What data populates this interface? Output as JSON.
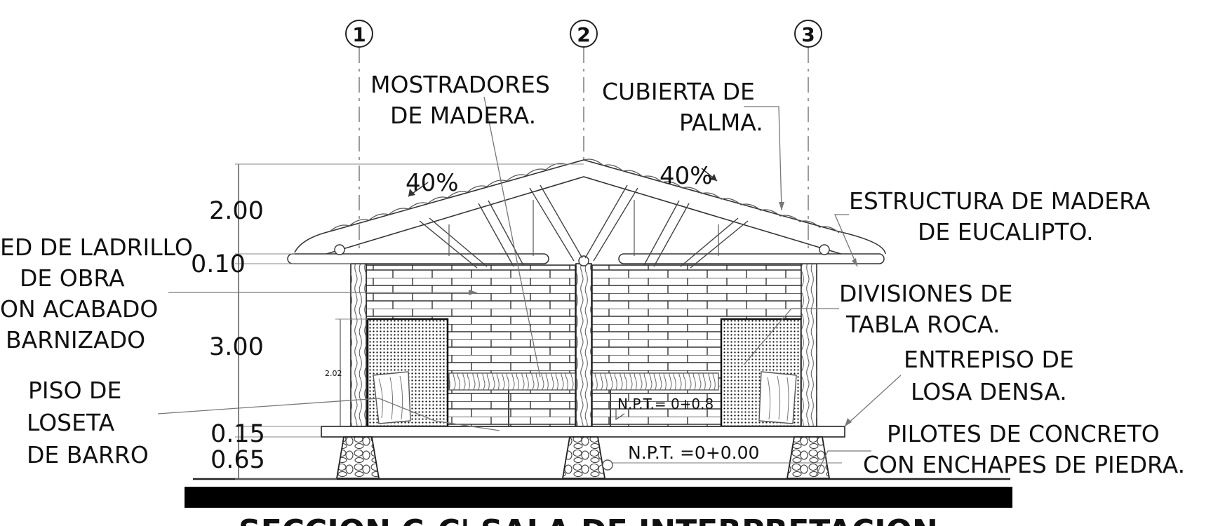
{
  "axes": [
    "1",
    "2",
    "3"
  ],
  "labels": {
    "mostradores": [
      "MOSTRADORES",
      "DE MADERA."
    ],
    "cubierta": [
      "CUBIERTA DE",
      "PALMA."
    ],
    "estructura": [
      "ESTRUCTURA DE MADERA",
      "DE EUCALIPTO."
    ],
    "pared": [
      "ED DE LADRILLO",
      "DE OBRA",
      "ON ACABADO",
      "BARNIZADO"
    ],
    "divisiones": [
      "DIVISIONES DE",
      "TABLA ROCA."
    ],
    "entrepiso": [
      "ENTREPISO DE",
      "LOSA DENSA."
    ],
    "piso": [
      "PISO DE",
      "LOSETA",
      "DE BARRO"
    ],
    "pilotes": [
      "PILOTES DE CONCRETO",
      "CON ENCHAPES DE PIEDRA."
    ]
  },
  "slopes": [
    "40%",
    "40%"
  ],
  "dimensions": [
    "2.00",
    "0.10",
    "3.00",
    "0.15",
    "0.65"
  ],
  "door_height": "2.02",
  "levels": {
    "upper": "N.P.T.= 0+0.8",
    "lower": "N.P.T. =0+0.00"
  },
  "title": "SECCION C-C' SALA DE INTERPRETACION",
  "colors": {
    "line": "#222222",
    "leader": "#777777",
    "ground": "#000000",
    "background": "#ffffff"
  }
}
